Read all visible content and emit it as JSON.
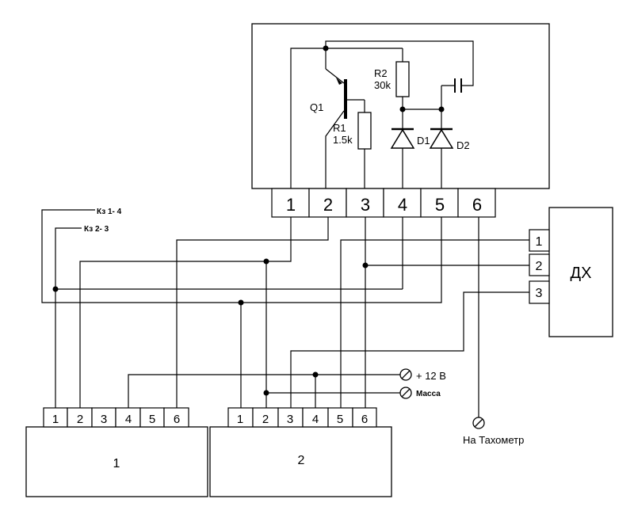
{
  "top_terminals": [
    "1",
    "2",
    "3",
    "4",
    "5",
    "6"
  ],
  "components": {
    "q1": "Q1",
    "r1_name": "R1",
    "r1_value": "1.5k",
    "r2_name": "R2",
    "r2_value": "30k",
    "d1": "D1",
    "d2": "D2"
  },
  "dx": {
    "label": "ДХ",
    "pins": [
      "1",
      "2",
      "3"
    ]
  },
  "block1": {
    "label": "1",
    "pins": [
      "1",
      "2",
      "3",
      "4",
      "5",
      "6"
    ]
  },
  "block2": {
    "label": "2",
    "pins": [
      "1",
      "2",
      "3",
      "4",
      "5",
      "6"
    ]
  },
  "labels": {
    "kz14": "Кз 1- 4",
    "kz23": "Кз 2- 3",
    "plus12": "+ 12 В",
    "massa": "Масса",
    "tacho": "На Тахометр"
  }
}
